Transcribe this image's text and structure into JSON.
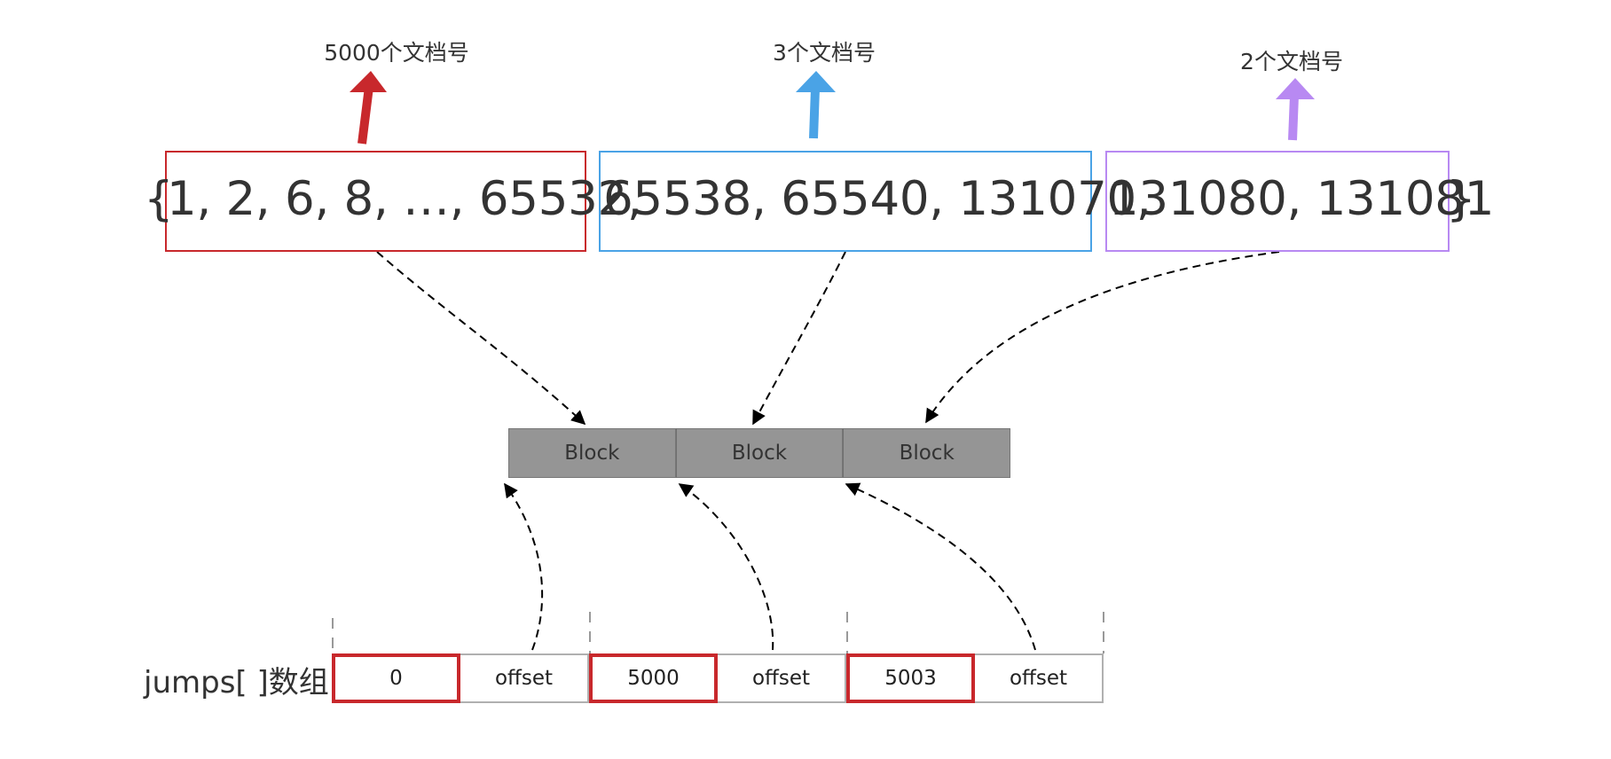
{
  "labels": {
    "top_left": "5000个文档号",
    "top_mid": "3个文档号",
    "top_right": "2个文档号",
    "jumps": "jumps[ ]数组"
  },
  "doc_set": {
    "open": "{",
    "part1": "1, 2, 6, 8, …, 65532,",
    "part2": "65538, 65540, 131070,",
    "part3": "131080, 131081",
    "close": "}"
  },
  "blocks": [
    "Block",
    "Block",
    "Block"
  ],
  "jumps_cells": [
    {
      "value": "0",
      "offset": "offset"
    },
    {
      "value": "5000",
      "offset": "offset"
    },
    {
      "value": "5003",
      "offset": "offset"
    }
  ],
  "colors": {
    "red": "#c8282c",
    "blue": "#4aa3e6",
    "purple": "#b889f2",
    "block_fill": "#959595"
  }
}
